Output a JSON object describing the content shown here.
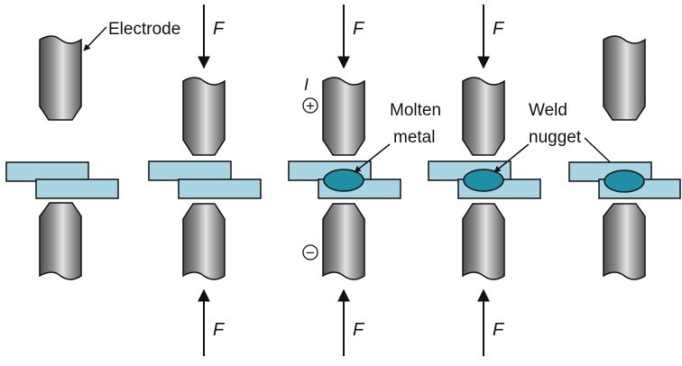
{
  "labels": {
    "electrode": "Electrode",
    "molten_1": "Molten",
    "molten_2": "metal",
    "weld_1": "Weld",
    "weld_2": "nugget",
    "current": "I",
    "plus": "+",
    "minus": "−",
    "force": "F"
  },
  "colors": {
    "plate_fill": "#a9d4e2",
    "plate_stroke": "#1a1a1a",
    "nugget_fill": "#1f8fa6",
    "electrode_dark": "#5a5a5a",
    "electrode_light": "#dcdcdc"
  },
  "stages": [
    {
      "name": "electrodes-open",
      "force": false,
      "nugget": false
    },
    {
      "name": "electrodes-closed",
      "force": true,
      "nugget": false
    },
    {
      "name": "current-on-molten-metal",
      "force": true,
      "nugget": true
    },
    {
      "name": "weld-nugget-forms",
      "force": true,
      "nugget": true
    },
    {
      "name": "electrodes-released",
      "force": false,
      "nugget": true
    }
  ]
}
